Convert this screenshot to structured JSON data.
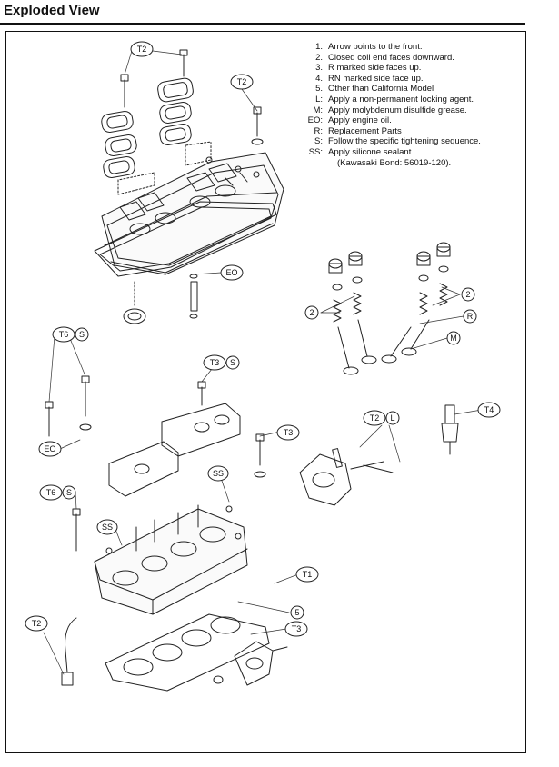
{
  "header": {
    "title": "Exploded View"
  },
  "legend": {
    "items": [
      {
        "key": "1.",
        "text": "Arrow points to the front."
      },
      {
        "key": "2.",
        "text": "Closed coil end faces downward."
      },
      {
        "key": "3.",
        "text": "R marked side faces up."
      },
      {
        "key": "4.",
        "text": "RN marked side face up."
      },
      {
        "key": "5.",
        "text": "Other than California Model"
      },
      {
        "key": "L:",
        "text": "Apply a non-permanent locking agent."
      },
      {
        "key": "M:",
        "text": "Apply molybdenum disulfide grease."
      },
      {
        "key": "EO:",
        "text": "Apply engine oil."
      },
      {
        "key": "R:",
        "text": "Replacement Parts"
      },
      {
        "key": "S:",
        "text": "Follow the specific tightening sequence."
      },
      {
        "key": "SS:",
        "text": "Apply silicone sealant"
      }
    ],
    "continuation": "(Kawasaki Bond: 56019-120)."
  },
  "callouts": {
    "t2": "T2",
    "t3": "T3",
    "t4": "T4",
    "t6": "T6",
    "t1": "T1",
    "eo": "EO",
    "s": "S",
    "ss": "SS",
    "l": "L",
    "r": "R",
    "m": "M",
    "n2": "2",
    "n5": "5"
  }
}
